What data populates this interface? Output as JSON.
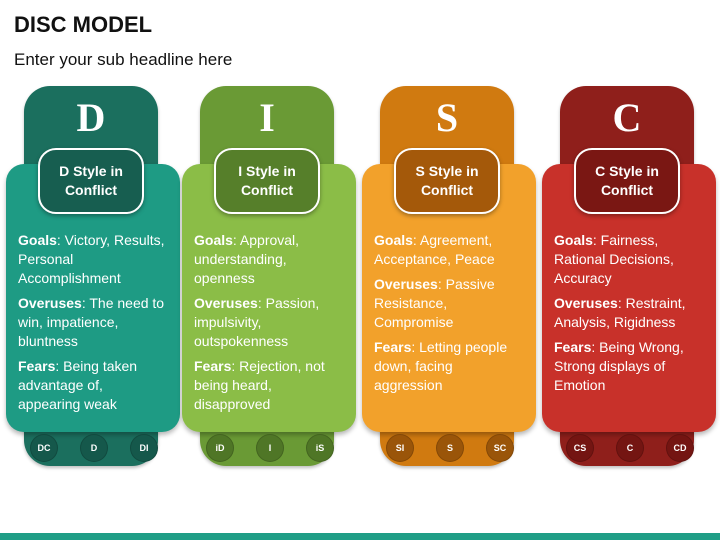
{
  "header": {
    "title": "DISC MODEL",
    "subtitle": "Enter your sub headline here"
  },
  "columns": [
    {
      "letter": "D",
      "badge": "D Style in Conflict",
      "goals_label": "Goals",
      "goals": ": Victory, Results, Personal Accomplishment",
      "overuses_label": "Overuses",
      "overuses": ": The need to win, impatience, bluntness",
      "fears_label": "Fears",
      "fears": ": Being taken advantage of, appearing weak",
      "circles": [
        "DC",
        "D",
        "DI"
      ],
      "color": "#1e9b84"
    },
    {
      "letter": "I",
      "badge": "I Style in Conflict",
      "goals_label": "Goals",
      "goals": ": Approval, understanding, openness",
      "overuses_label": "Overuses",
      "overuses": ": Passion, impulsivity, outspokenness",
      "fears_label": "Fears",
      "fears": ": Rejection, not being heard, disapproved",
      "circles": [
        "iD",
        "I",
        "iS"
      ],
      "color": "#8bbd47"
    },
    {
      "letter": "S",
      "badge": "S Style in Conflict",
      "goals_label": "Goals",
      "goals": ": Agreement, Acceptance, Peace",
      "overuses_label": "Overuses",
      "overuses": ": Passive Resistance, Compromise",
      "fears_label": "Fears",
      "fears": ": Letting people down, facing aggression",
      "circles": [
        "SI",
        "S",
        "SC"
      ],
      "color": "#f2a12b"
    },
    {
      "letter": "C",
      "badge": "C Style in Conflict",
      "goals_label": "Goals",
      "goals": ": Fairness, Rational Decisions, Accuracy",
      "overuses_label": "Overuses",
      "overuses": ": Restraint, Analysis, Rigidness",
      "fears_label": "Fears",
      "fears": ": Being Wrong, Strong displays of Emotion",
      "circles": [
        "CS",
        "C",
        "CD"
      ],
      "color": "#c8312a"
    }
  ]
}
